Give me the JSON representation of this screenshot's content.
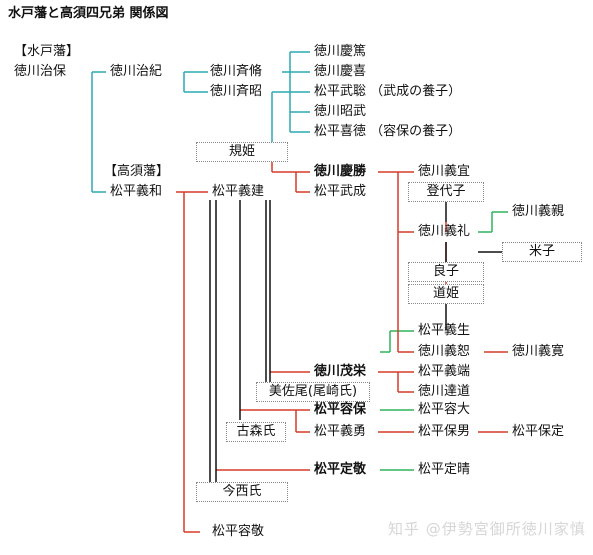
{
  "title": "水戸藩と高須四兄弟 関係図",
  "watermark": "知乎 @伊勢宮御所徳川家慎",
  "colors": {
    "red": "#d63a2a",
    "cyan": "#2ca9b2",
    "green": "#30b35a",
    "black": "#111111",
    "gray": "#888888"
  },
  "labels": {
    "mito_han": "【水戸藩】",
    "harumori": "徳川治保",
    "harutoshi": "徳川治紀",
    "naritaka": "徳川斉脩",
    "nariaki": "徳川斉昭",
    "yoshiatsu": "徳川慶篤",
    "yoshinobu": "徳川慶喜",
    "taketoshi": "松平武聡 （武成の養子）",
    "akitake": "徳川昭武",
    "yoshinori_m": "松平喜徳 （容保の養子）",
    "kihime": "規姫",
    "takasu_han": "【高須藩】",
    "yoshiwa": "松平義和",
    "yoshitatsu": "松平義建",
    "yoshikatsu": "徳川慶勝",
    "takenari": "松平武成",
    "yoshinori": "徳川義宜",
    "toyoko": "登代子",
    "yoshinori2": "徳川義礼",
    "yoshichika": "徳川義親",
    "yoneko": "米子",
    "yoshiko": "良子",
    "michihime": "道姫",
    "yoshinari": "松平義生",
    "yoshihiro": "徳川義恕",
    "yoshihiro2": "徳川義寛",
    "mochinaga": "徳川茂栄",
    "yoshimasa": "松平義端",
    "sato": "美佐尾(尾崎氏)",
    "tatsumichi": "徳川達道",
    "katamori": "松平容保",
    "katahiro": "松平容大",
    "yoshiisa": "松平義勇",
    "morio": "松平保男",
    "sadanobu": "松平保定",
    "komori": "古森氏",
    "sadaaki": "松平定敬",
    "sadaharu": "松平定晴",
    "imanishi": "今西氏",
    "katanori": "松平容敬"
  }
}
